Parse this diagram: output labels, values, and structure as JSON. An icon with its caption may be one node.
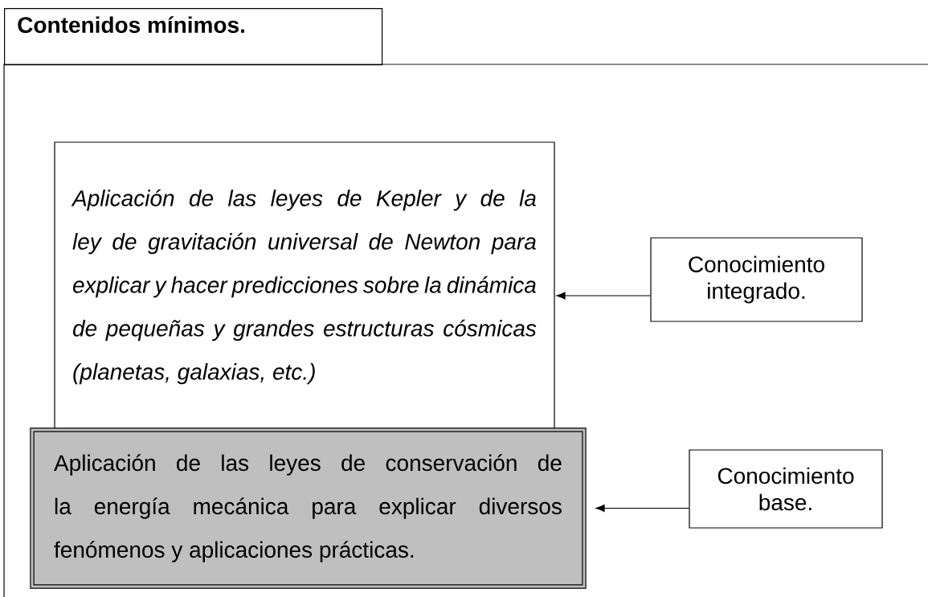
{
  "diagram": {
    "nodes": [
      {
        "text": [
          "Contenidos mínimos."
        ]
      },
      {
        "text": [],
        "shape": "box"
      },
      {
        "text": [
          "Aplicación de las leyes de Kepler y de la ley de gravitación universal de Newton para explicar y hacer predicciones sobre la dinámica de pequeñas y grandes estructuras cósmicas (planetas, galaxias, etc.)"
        ],
        "in": 1
      },
      {
        "text": [
          "Aplicación de  las leyes de conservación de la energía mecánica para explicar diversos fenómenos y aplicaciones prácticas."
        ],
        "in": 1
      },
      {
        "text": [
          "Conocimiento integrado."
        ],
        "in": 1
      },
      {
        "text": [
          "Conocimiento base."
        ],
        "in": 1
      }
    ],
    "edges": [
      {
        "from": 4,
        "to": 2,
        "arrow": "to"
      },
      {
        "from": 5,
        "to": 3,
        "arrow": "to"
      }
    ]
  }
}
